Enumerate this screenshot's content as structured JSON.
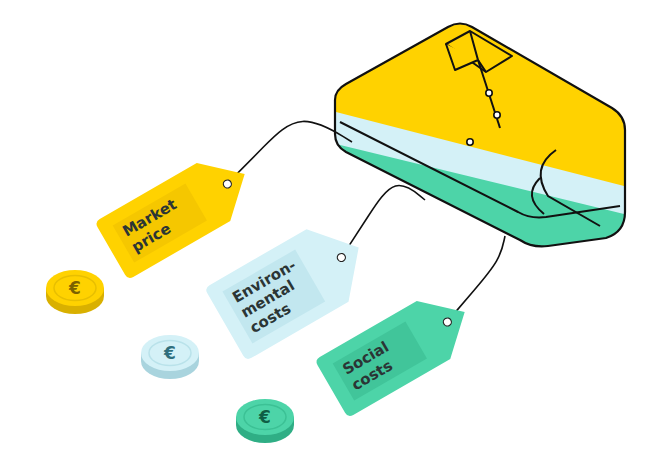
{
  "diagram": {
    "nodes": [
      {
        "text": [
          "Market price"
        ]
      },
      {
        "text": [
          "Environ- mental costs"
        ]
      },
      {
        "text": [
          "Social costs"
        ]
      }
    ],
    "labels": [
      "€",
      "€",
      "€"
    ]
  }
}
